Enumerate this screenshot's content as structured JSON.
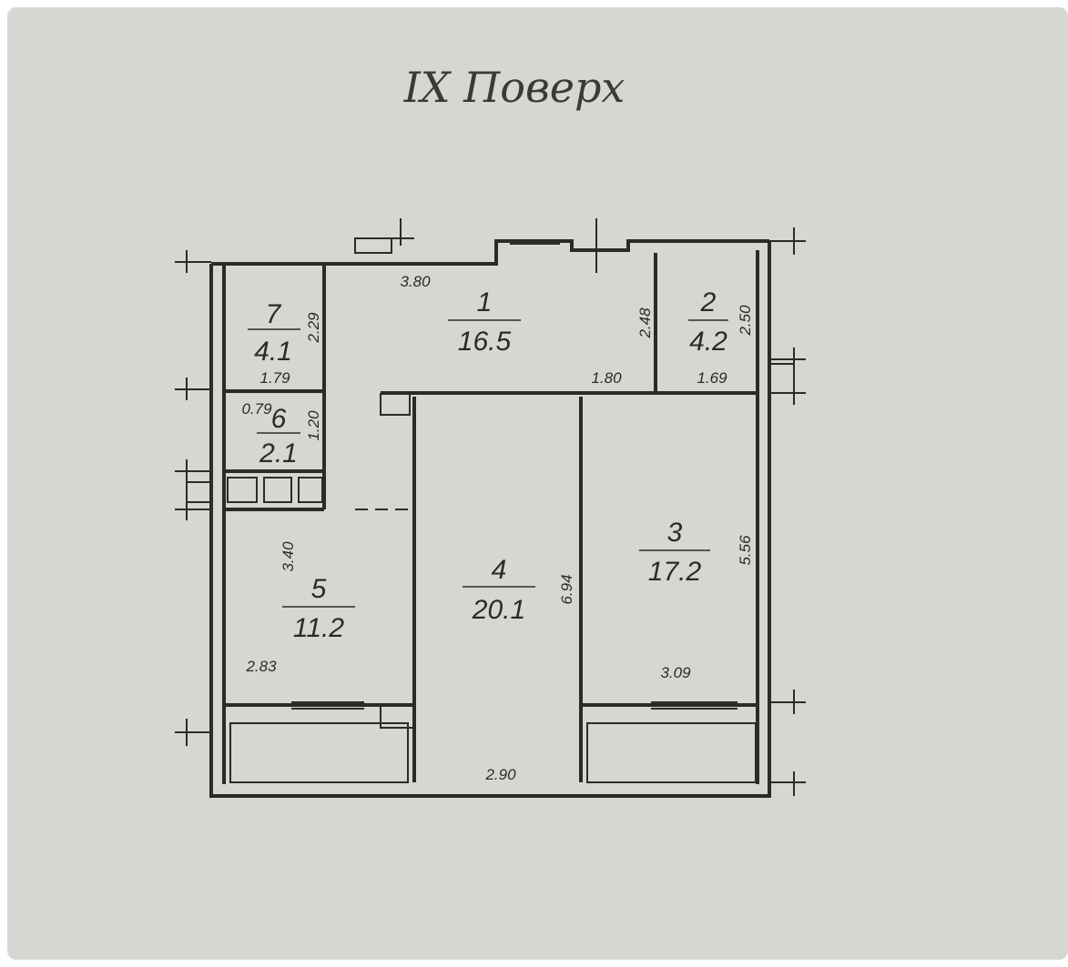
{
  "title": "IX Поверх",
  "rooms": [
    {
      "num": "1",
      "area": "16.5"
    },
    {
      "num": "2",
      "area": "4.2"
    },
    {
      "num": "3",
      "area": "17.2"
    },
    {
      "num": "4",
      "area": "20.1"
    },
    {
      "num": "5",
      "area": "11.2"
    },
    {
      "num": "6",
      "area": "2.1"
    },
    {
      "num": "7",
      "area": "4.1"
    }
  ],
  "dimensions": {
    "d1_width": "3.80",
    "d1_height": "2.48",
    "d1_bottom": "1.80",
    "d2_height": "2.50",
    "d2_width": "1.69",
    "d7_height": "2.29",
    "d7_width": "1.79",
    "d6_width": "0.79",
    "d6_height": "1.20",
    "d5_height": "3.40",
    "d5_width": "2.83",
    "d4_height": "6.94",
    "d4_width": "2.90",
    "d3_height": "5.56",
    "d3_width": "3.09"
  }
}
